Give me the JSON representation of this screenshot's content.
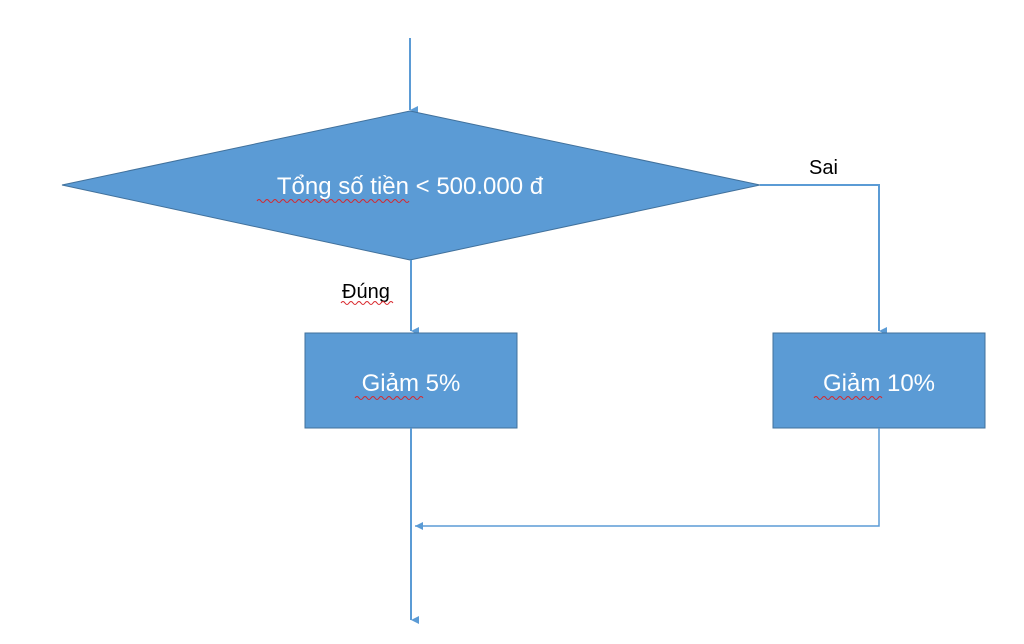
{
  "diagram": {
    "decision": {
      "label_part1": "Tổng số tiền",
      "label_part2": " < 500.000 đ"
    },
    "branch_true_label": "Đúng",
    "branch_false_label": "Sai",
    "box_left": {
      "label_word": "Giảm",
      "label_value": " 5%"
    },
    "box_right": {
      "label_word": "Giảm",
      "label_value": " 10%"
    }
  },
  "colors": {
    "shape_fill": "#5B9BD5",
    "shape_stroke": "#41719C",
    "connector": "#5B9BD5",
    "spellcheck_underline": "#D9262B"
  }
}
